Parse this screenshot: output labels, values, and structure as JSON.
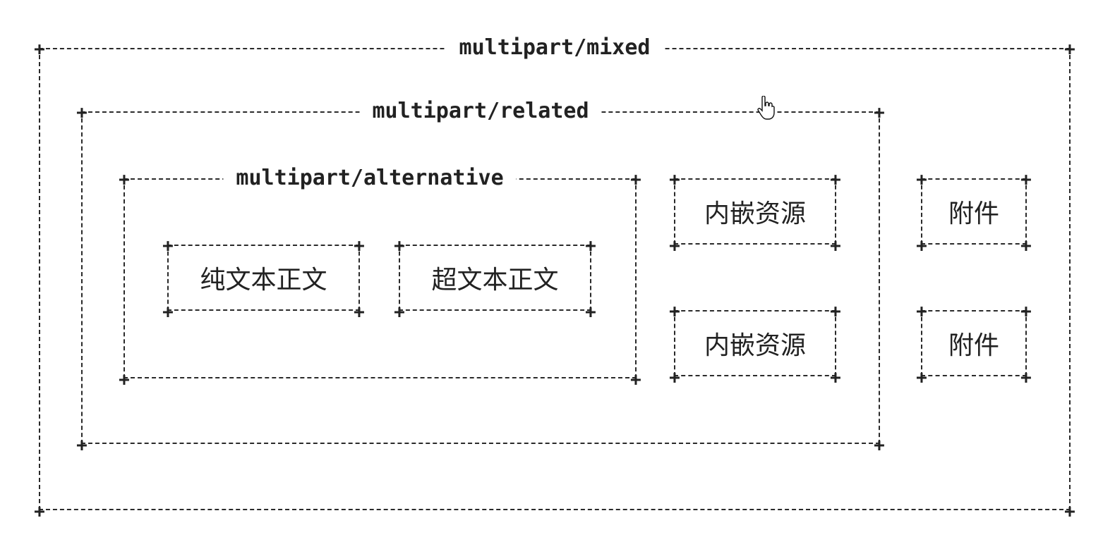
{
  "diagram": {
    "mixed": {
      "label": "multipart/mixed"
    },
    "related": {
      "label": "multipart/related"
    },
    "alternative": {
      "label": "multipart/alternative"
    },
    "plain_text": {
      "label": "纯文本正文"
    },
    "hypertext": {
      "label": "超文本正文"
    },
    "inline_resources": [
      {
        "label": "内嵌资源"
      },
      {
        "label": "内嵌资源"
      }
    ],
    "attachments": [
      {
        "label": "附件"
      },
      {
        "label": "附件"
      }
    ]
  },
  "colors": {
    "line": "#2a2a2a",
    "background": "#ffffff"
  },
  "cursor_icon": "hand-pointer"
}
